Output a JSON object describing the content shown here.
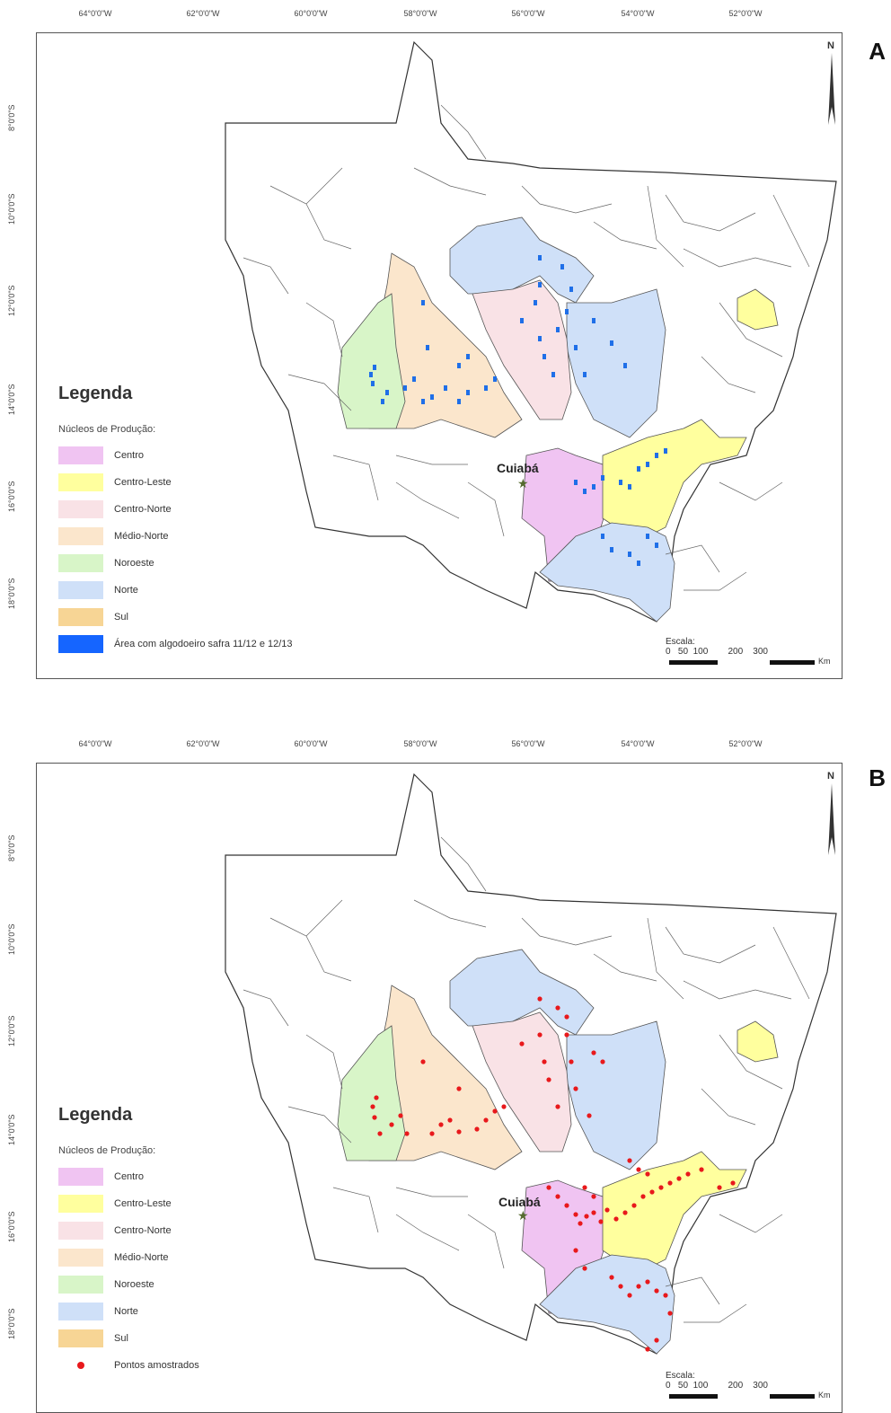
{
  "panels": [
    {
      "label": "A",
      "legend": {
        "title": "Legenda",
        "subtitle": "Núcleos de Produção:",
        "items": [
          {
            "label": "Centro",
            "color": "#f0c4f2"
          },
          {
            "label": "Centro-Leste",
            "color": "#ffff9e"
          },
          {
            "label": "Centro-Norte",
            "color": "#f9e2e6"
          },
          {
            "label": "Médio-Norte",
            "color": "#fbe6cc"
          },
          {
            "label": "Noroeste",
            "color": "#d8f5c8"
          },
          {
            "label": "Norte",
            "color": "#cfe0f8"
          },
          {
            "label": "Sul",
            "color": "#f7d595"
          },
          {
            "label": "Área com algodoeiro safra 11/12 e 12/13",
            "color": "#1565ff",
            "kind": "area"
          }
        ]
      },
      "point_color": "#1f6fe8"
    },
    {
      "label": "B",
      "legend": {
        "title": "Legenda",
        "subtitle": "Núcleos de Produção:",
        "items": [
          {
            "label": "Centro",
            "color": "#f0c4f2"
          },
          {
            "label": "Centro-Leste",
            "color": "#ffff9e"
          },
          {
            "label": "Centro-Norte",
            "color": "#f9e2e6"
          },
          {
            "label": "Médio-Norte",
            "color": "#fbe6cc"
          },
          {
            "label": "Noroeste",
            "color": "#d8f5c8"
          },
          {
            "label": "Norte",
            "color": "#cfe0f8"
          },
          {
            "label": "Sul",
            "color": "#f7d595"
          },
          {
            "label": "Pontos amostrados",
            "color": "#e8191c",
            "kind": "point"
          }
        ]
      },
      "point_color": "#e8191c"
    }
  ],
  "longitude_ticks": [
    "64°0'0\"W",
    "62°0'0\"W",
    "60°0'0\"W",
    "58°0'0\"W",
    "56°0'0\"W",
    "54°0'0\"W",
    "52°0'0\"W"
  ],
  "latitude_ticks": [
    "8°0'0\"S",
    "10°0'0\"S",
    "12°0'0\"S",
    "14°0'0\"S",
    "16°0'0\"S",
    "18°0'0\"S"
  ],
  "city_label": "Cuiabá",
  "north_label": "N",
  "scale": {
    "title": "Escala:",
    "ticks": "0   50  100        200    300",
    "unit": "Km"
  }
}
